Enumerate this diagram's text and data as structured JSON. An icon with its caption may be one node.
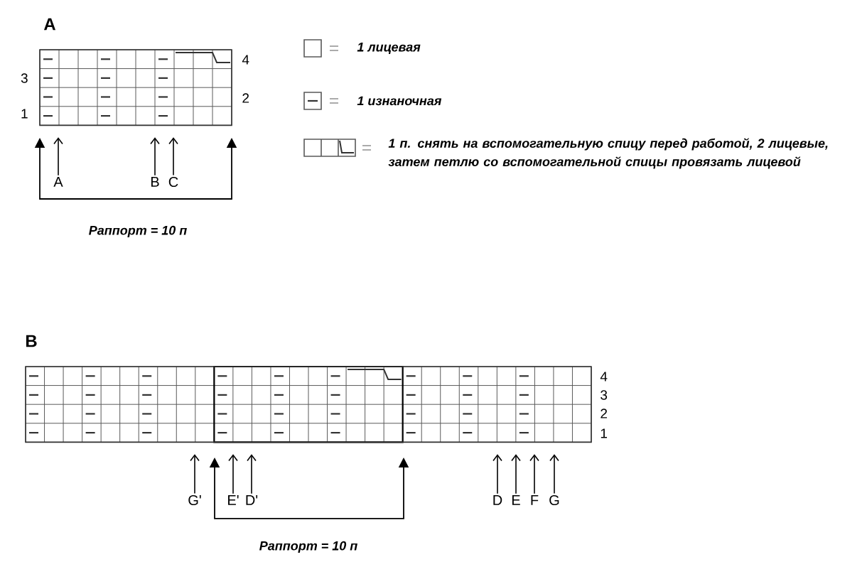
{
  "diagram": {
    "nodes": [
      {
        "text": [],
        "shape": "grid"
      },
      {
        "text": [
          "A"
        ]
      },
      {
        "text": [
          "B"
        ]
      },
      {
        "text": [
          "C"
        ]
      },
      {
        "text": [],
        "shape": "grid"
      },
      {
        "text": [
          "G'"
        ]
      },
      {
        "text": [
          "E'"
        ]
      },
      {
        "text": [
          "D'"
        ]
      },
      {
        "text": [
          "D"
        ]
      },
      {
        "text": [
          "E"
        ]
      },
      {
        "text": [
          "F"
        ]
      },
      {
        "text": [
          "G"
        ]
      }
    ],
    "edges": [
      {
        "from": 1,
        "to": 0,
        "arrow": "to"
      },
      {
        "from": 2,
        "to": 0,
        "arrow": "to"
      },
      {
        "from": 3,
        "to": 0,
        "arrow": "to"
      },
      {
        "from": 5,
        "to": 4,
        "arrow": "to"
      },
      {
        "from": 6,
        "to": 4,
        "arrow": "to"
      },
      {
        "from": 7,
        "to": 4,
        "arrow": "to"
      },
      {
        "from": 8,
        "to": 4,
        "arrow": "to"
      },
      {
        "from": 9,
        "to": 4,
        "arrow": "to"
      },
      {
        "from": 10,
        "to": 4,
        "arrow": "to"
      },
      {
        "from": 11,
        "to": 4,
        "arrow": "to"
      }
    ],
    "labels": [
      "A",
      "4",
      "3",
      "2",
      "1",
      "Раппорт = 10 п",
      "B",
      "4",
      "3",
      "2",
      "1",
      "Раппорт = 10 п"
    ],
    "legend": [
      {
        "text": "1 лицевая"
      },
      {
        "text": "1 изнаночная"
      },
      {
        "text": "1 п. снять на вспомогательную спицу перед работой, 2 лицевые, затем петлю со вспомогательной спицы провязать лицевой"
      }
    ]
  }
}
